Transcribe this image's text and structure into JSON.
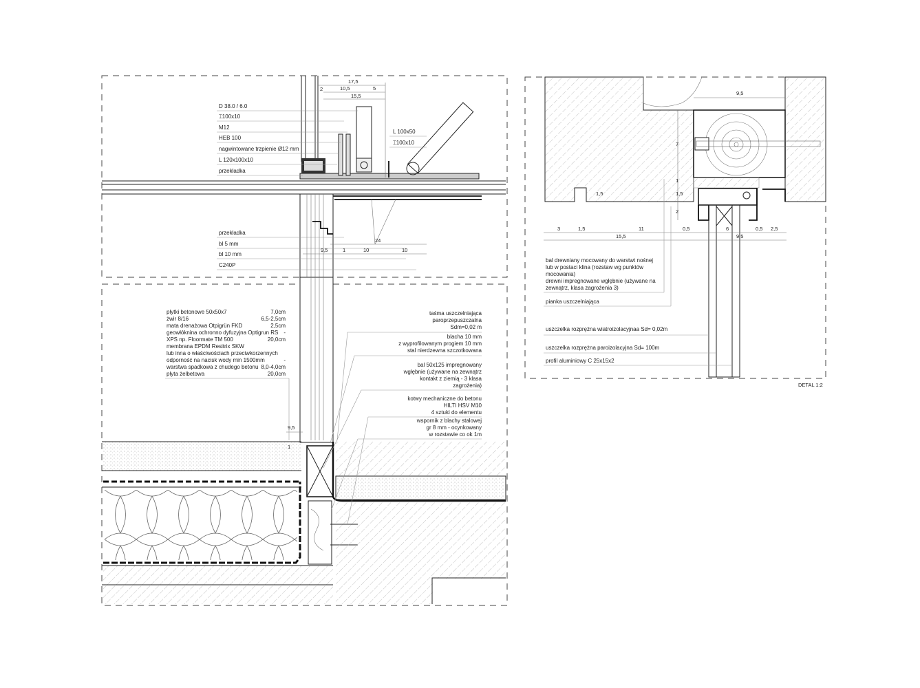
{
  "top_left_labels": [
    "D 38.0 / 6.0",
    "⌶100x10",
    "M12",
    "HEB 100",
    "nagwintowane trzpienie Ø12 mm",
    "L 120x100x10",
    "przekładka"
  ],
  "top_right_labels": [
    "L 100x50",
    "⌶100x10"
  ],
  "mid_left_labels": [
    "przekładka",
    "bl 5 mm",
    "bl 10 mm",
    "C240P"
  ],
  "top_dims": [
    "17,5",
    "10,5",
    "5",
    "15,5",
    "2"
  ],
  "mid_dims": [
    "9,5",
    "1",
    "10",
    "24",
    "10"
  ],
  "floor_dims": [
    "9,5",
    "1"
  ],
  "floor_layers": [
    {
      "name": "płytki betonowe 50x50x7",
      "value": "7,0cm"
    },
    {
      "name": "żwir 8/16",
      "value": "6,5-2,5cm"
    },
    {
      "name": "mata drenażowa Otpigrün FKD",
      "value": "2,5cm"
    },
    {
      "name": "geowłóknina ochronno dyfuzyjna Optigrun RS",
      "value": "-"
    },
    {
      "name": "XPS np. Floormate TM 500",
      "value": "20,0cm"
    },
    {
      "name": "membrana EPDM Resitrix SKW",
      "value": ""
    },
    {
      "name": "lub inna o właściwościach przeciwkorzennych",
      "value": ""
    },
    {
      "name": "odporność na nacisk wody min 1500mm",
      "value": "-"
    },
    {
      "name": "warstwa spadkowa z chudego betonu",
      "value": "8,0-4,0cm"
    },
    {
      "name": "płyta żelbetowa",
      "value": "20,0cm"
    }
  ],
  "right_notes": [
    [
      "taśma uszczelniająca",
      "paroprzepuszczalna",
      "Sdm=0,02 m"
    ],
    [
      "blacha 10 mm",
      "z wyprofilowanym progiem 10 mm",
      "stal nierdzewna szczotkowana"
    ],
    [
      "bal 50x125 impregnowany",
      "wgłębnie (używane na zewnątrz",
      "kontakt z ziemią - 3 klasa",
      "zagrożenia)"
    ],
    [
      "kotwy mechaniczne do betonu",
      "HILTI HSV M10",
      "4 sztuki do elementu"
    ],
    [
      "wspornik z blachy stalowej",
      "gr 8 mm - ocynkowany",
      "w rozstawie co ok 1m"
    ]
  ],
  "detail_notes": [
    [
      "bal drewniany mocowany do warstwt nośnej",
      "lub w postaci klina (rozstaw wg punktów",
      "mocowania)",
      "drewni impregnowane wgłębnie (używane na",
      "zewnątrz, klasa zagrożenia 3)"
    ],
    [
      "pianka uszczelniająca"
    ],
    [
      "uszczelka rozprężna wiatroizolacyjnaa Sd= 0,02m"
    ],
    [
      "uszczelka rozprężna paroizolacyjna Sd= 100m"
    ],
    [
      "profil aluminiowy C 25x15x2"
    ]
  ],
  "detail_dims": [
    "9,5",
    "7",
    "1",
    "1,5",
    "1,5",
    "2",
    "3",
    "1,5",
    "11",
    "0,5",
    "6",
    "0,5",
    "2,5",
    "15,5",
    "9,5"
  ],
  "detail_scale": "DETAL 1:2"
}
